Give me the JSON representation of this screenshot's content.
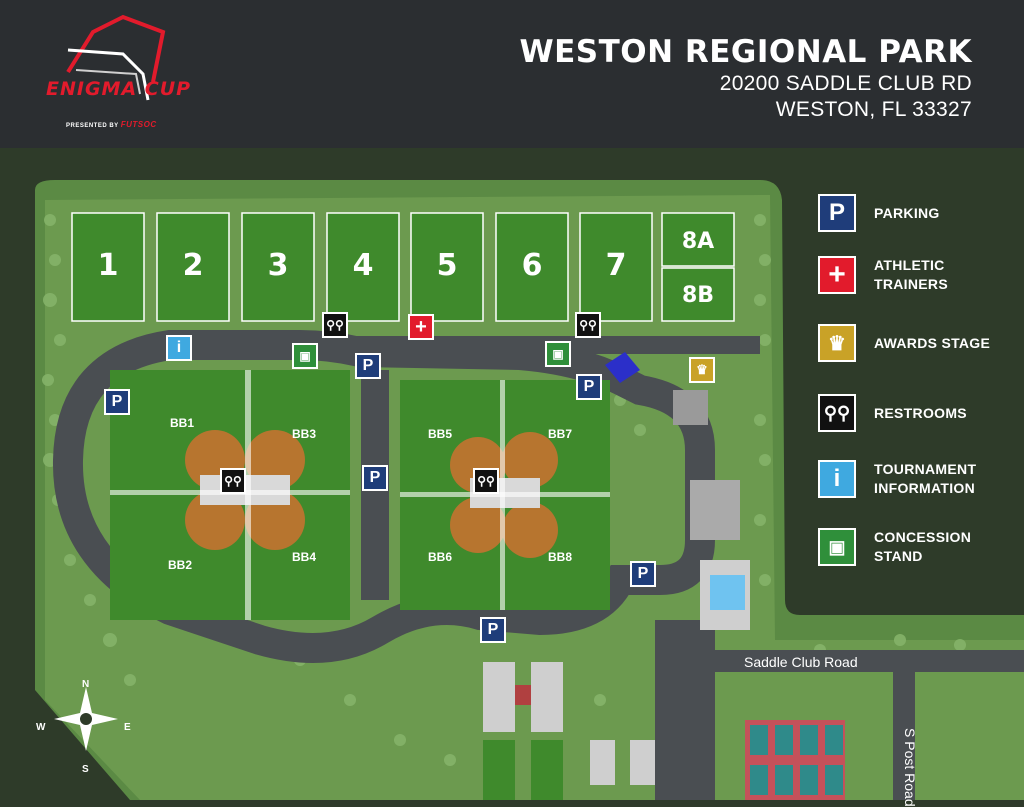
{
  "header": {
    "title": "WESTON REGIONAL PARK",
    "address_line1": "20200 SADDLE CLUB RD",
    "address_line2": "WESTON, FL 33327",
    "brand": "ENIGMA CUP",
    "brand_presented": "PRESENTED BY",
    "brand_sponsor": "FUTSOC"
  },
  "legend": [
    {
      "label": "PARKING",
      "icon": "parking-icon",
      "glyph": "P",
      "color": "#1f3d7a"
    },
    {
      "label": "ATHLETIC TRAINERS",
      "icon": "first-aid-icon",
      "glyph": "+",
      "color": "#e21b2c"
    },
    {
      "label": "AWARDS STAGE",
      "icon": "trophy-icon",
      "glyph": "🏆",
      "color": "#c9a227"
    },
    {
      "label": "RESTROOMS",
      "icon": "restroom-icon",
      "glyph": "🚻",
      "color": "#111111"
    },
    {
      "label": "TOURNAMENT INFORMATION",
      "icon": "info-icon",
      "glyph": "i",
      "color": "#3fa9e0"
    },
    {
      "label": "CONCESSION STAND",
      "icon": "concession-icon",
      "glyph": "🍿",
      "color": "#2f8f3a"
    }
  ],
  "fields": [
    "1",
    "2",
    "3",
    "4",
    "5",
    "6",
    "7",
    "8A",
    "8B"
  ],
  "baseball": [
    "BB1",
    "BB2",
    "BB3",
    "BB4",
    "BB5",
    "BB6",
    "BB7",
    "BB8"
  ],
  "roads": {
    "saddle_club": "Saddle Club Road",
    "post_road": "S Post Road"
  },
  "compass": {
    "n": "N",
    "s": "S",
    "e": "E",
    "w": "W"
  }
}
